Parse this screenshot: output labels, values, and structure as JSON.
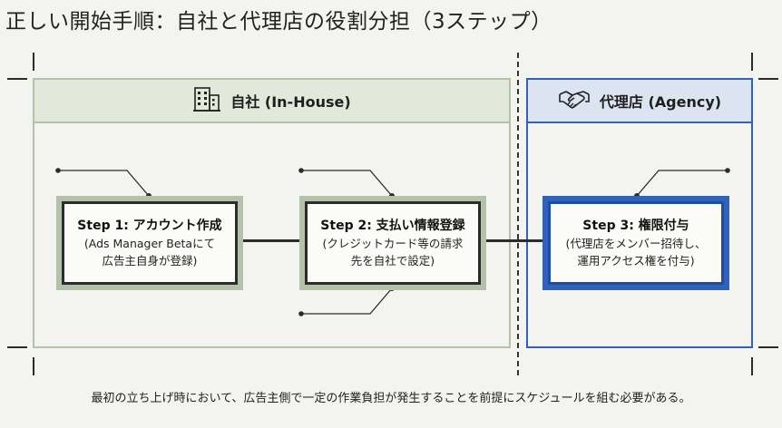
{
  "title": "正しい開始手順：自社と代理店の役割分担（3ステップ）",
  "panels": {
    "inhouse": {
      "title": "自社 (In-House)",
      "icon": "building-icon"
    },
    "agency": {
      "title": "代理店 (Agency)",
      "icon": "handshake-icon"
    }
  },
  "steps": [
    {
      "title": "Step 1: アカウント作成",
      "desc_line1": "(Ads Manager Betaにて",
      "desc_line2": "広告主自身が登録)"
    },
    {
      "title": "Step 2: 支払い情報登録",
      "desc_line1": "(クレジットカード等の請求",
      "desc_line2": "先を自社で設定)"
    },
    {
      "title": "Step 3: 権限付与",
      "desc_line1": "(代理店をメンバー招待し、",
      "desc_line2": "運用アクセス権を付与)"
    }
  ],
  "footer": "最初の立ち上げ時において、広告主側で一定の作業負担が発生することを前提にスケジュールを組む必要がある。",
  "colors": {
    "inhouse_border": "#b4c2ab",
    "inhouse_header": "#e2e8da",
    "agency_border": "#2f62b8",
    "agency_header": "#dce3f1"
  }
}
